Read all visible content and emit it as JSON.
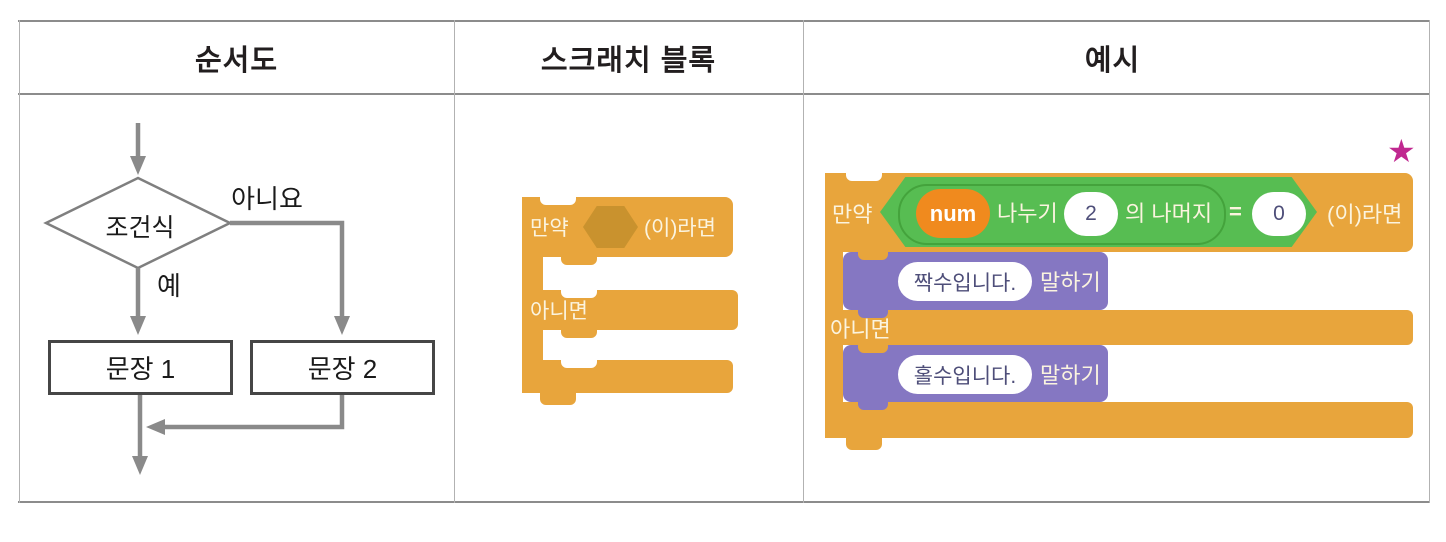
{
  "headers": {
    "col1": "순서도",
    "col2": "스크래치 블록",
    "col3": "예시"
  },
  "flowchart": {
    "condition": "조건식",
    "no": "아니요",
    "yes": "예",
    "stmt1": "문장 1",
    "stmt2": "문장 2"
  },
  "block": {
    "if": "만약",
    "then": "(이)라면",
    "else": "아니면"
  },
  "example": {
    "star": "★",
    "if": "만약",
    "then": "(이)라면",
    "else": "아니면",
    "cond": {
      "var": "num",
      "op1": "나누기",
      "num1": "2",
      "op2": "의 나머지",
      "eq": "=",
      "num2": "0"
    },
    "say_even": {
      "text": "짝수입니다.",
      "verb": "말하기"
    },
    "say_odd": {
      "text": "홀수입니다.",
      "verb": "말하기"
    }
  },
  "colors": {
    "control_orange": "#E8A53C",
    "hex_slot_orange": "#C9922E",
    "operator_green": "#57BD52",
    "looks_purple": "#8577C2",
    "variable_orange": "#F08A1E",
    "star_magenta": "#C02890",
    "flow_line_gray": "#8A8A8A"
  }
}
